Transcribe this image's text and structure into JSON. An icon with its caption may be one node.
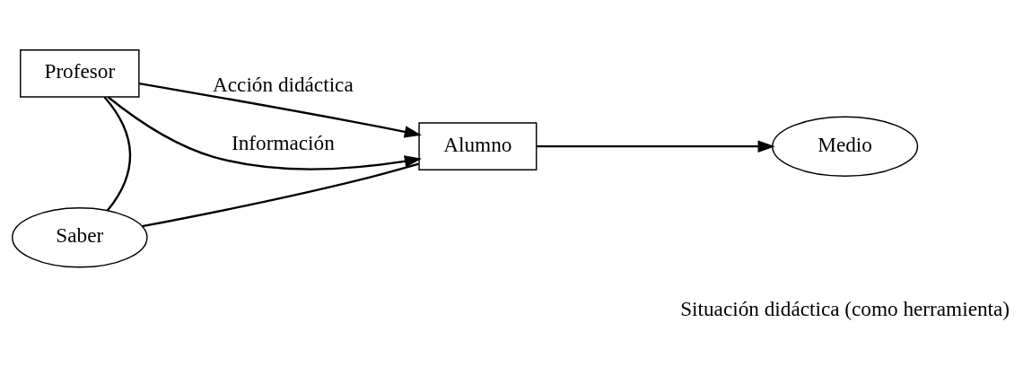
{
  "diagram": {
    "nodes": [
      {
        "text": [
          "Profesor"
        ]
      },
      {
        "text": [
          "Alumno"
        ]
      },
      {
        "text": [
          "Medio"
        ]
      },
      {
        "text": [
          "Saber"
        ]
      }
    ],
    "edges": [
      {
        "from": 0,
        "to": 1,
        "arrow": "to",
        "label": "Acción didáctica"
      },
      {
        "from": 0,
        "to": 1,
        "arrow": "to",
        "label": "Información"
      },
      {
        "from": 1,
        "to": 2,
        "arrow": "to"
      },
      {
        "from": 0,
        "to": 3,
        "arrow": "none"
      },
      {
        "from": 3,
        "to": 1,
        "arrow": "none"
      }
    ],
    "labels": [
      "Situación didáctica (como herramienta)"
    ]
  }
}
